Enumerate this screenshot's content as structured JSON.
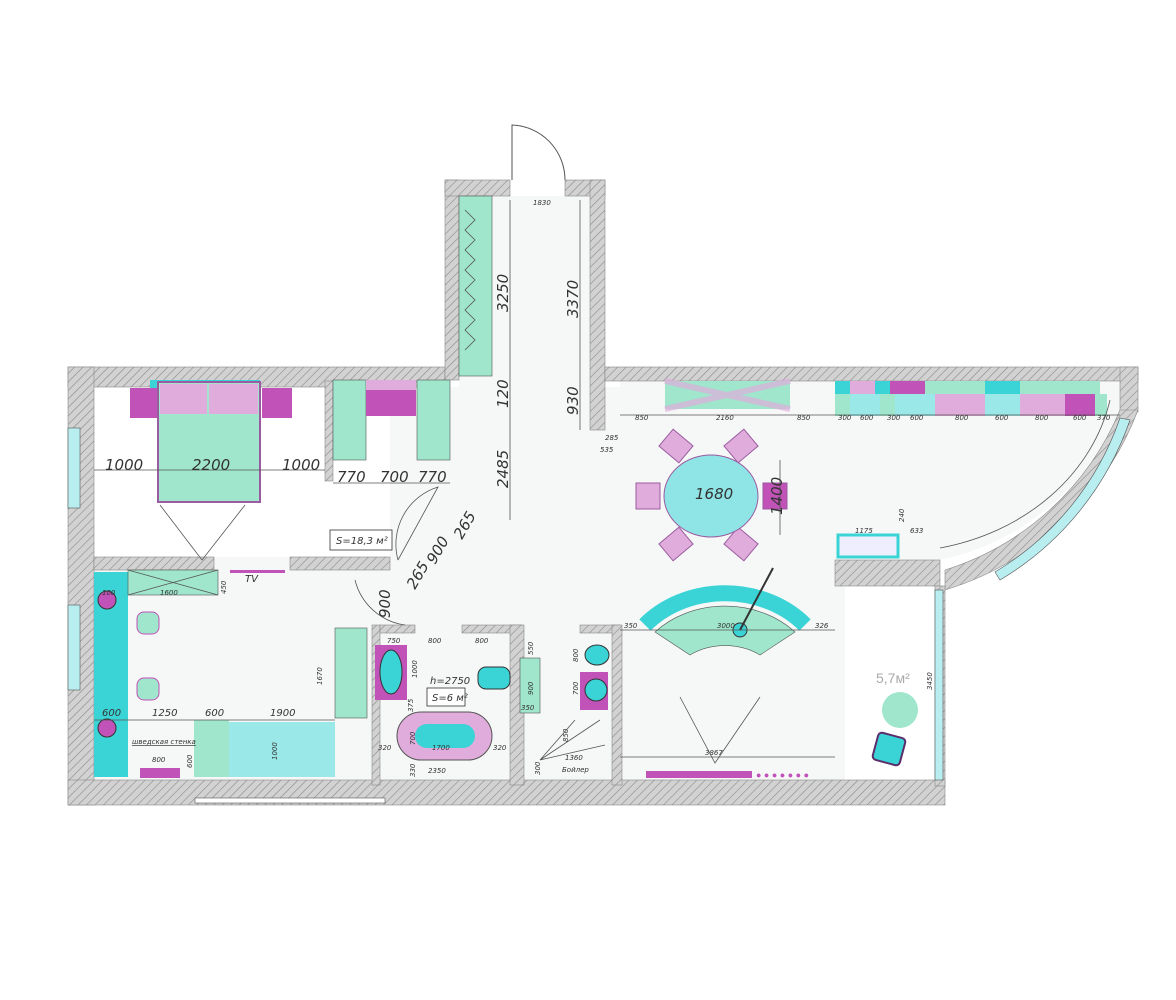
{
  "colors": {
    "teal": "#9fe6cc",
    "cyan": "#3ad4d6",
    "magenta": "#c052b8",
    "pink": "#e0acdc",
    "wall": "#c9c9c9",
    "floor": "#f7f8f8"
  },
  "bedroom": {
    "area": "S=18,3 м²",
    "dim_left": "1000",
    "bed_length": "2200",
    "dim_right": "1000",
    "wardrobe_1": "770",
    "wardrobe_gap": "700",
    "wardrobe_2": "770"
  },
  "hall": {
    "wardrobe": "3250",
    "length_top": "3370",
    "door_top": "1830",
    "dim_120": "120",
    "dim_930": "930",
    "length": "2485",
    "d265a": "265",
    "d900a": "900",
    "d265b": "265",
    "d900b": "900",
    "d285": "285",
    "d535": "535"
  },
  "kids": {
    "tv": "TV",
    "d450": "450",
    "desk": "1600",
    "d100": "100",
    "d600a": "600",
    "d1250": "1250",
    "d600b": "600",
    "d1900": "1900",
    "d1670": "1670",
    "d1000": "1000",
    "wall_bars": "шведская стенка",
    "d800": "800",
    "d600c": "600"
  },
  "bath": {
    "d750": "750",
    "d800a": "800",
    "d800b": "800",
    "d1000": "1000",
    "height": "h=2750",
    "area": "S=6 м²",
    "d375": "375",
    "d700": "700",
    "tub": "1700",
    "d320a": "320",
    "d320b": "320",
    "d330": "330",
    "width": "2350"
  },
  "wc": {
    "d550": "550",
    "d800": "800",
    "d700": "700",
    "d900": "900",
    "d350": "350",
    "d850": "850",
    "d1360": "1360",
    "d300": "300",
    "boiler": "Бойлер"
  },
  "living": {
    "d850a": "850",
    "cabinet": "2160",
    "d850b": "850",
    "shelves": [
      "300",
      "600",
      "300",
      "600",
      "800",
      "600",
      "800",
      "600",
      "370"
    ],
    "table_len": "1680",
    "table_w": "1400",
    "d1175": "1175",
    "d633": "633",
    "d240": "240",
    "d350": "350",
    "sofa": "3000",
    "d326": "326",
    "tv_wall": "3867"
  },
  "balcony": {
    "area": "5,7м²",
    "length": "3450"
  }
}
